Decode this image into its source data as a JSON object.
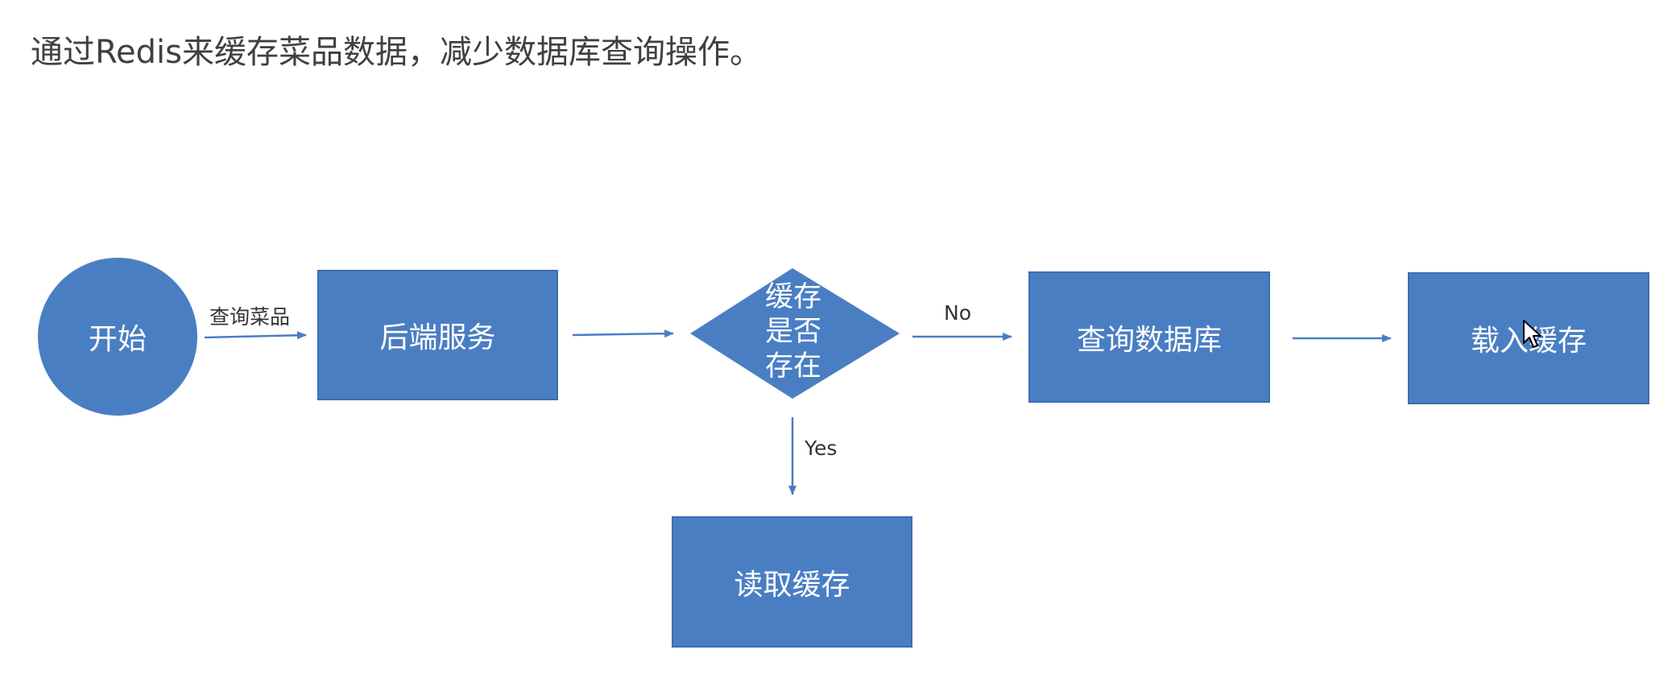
{
  "heading": "通过Redis来缓存菜品数据，减少数据库查询操作。",
  "colors": {
    "node_fill": "#4a7ec3",
    "node_border": "#3d6eaf",
    "arrow": "#4a7ec3",
    "heading_text": "#404040",
    "label_text": "#333333"
  },
  "nodes": {
    "start": "开始",
    "backend": "后端服务",
    "decision": [
      "缓存",
      "是否",
      "存在"
    ],
    "query_db": "查询数据库",
    "load_cache": "载入缓存",
    "read_cache": "读取缓存"
  },
  "edges": {
    "start_to_backend": "查询菜品",
    "decision_no": "No",
    "decision_yes": "Yes"
  },
  "cursor_icon": "mouse-pointer-icon"
}
